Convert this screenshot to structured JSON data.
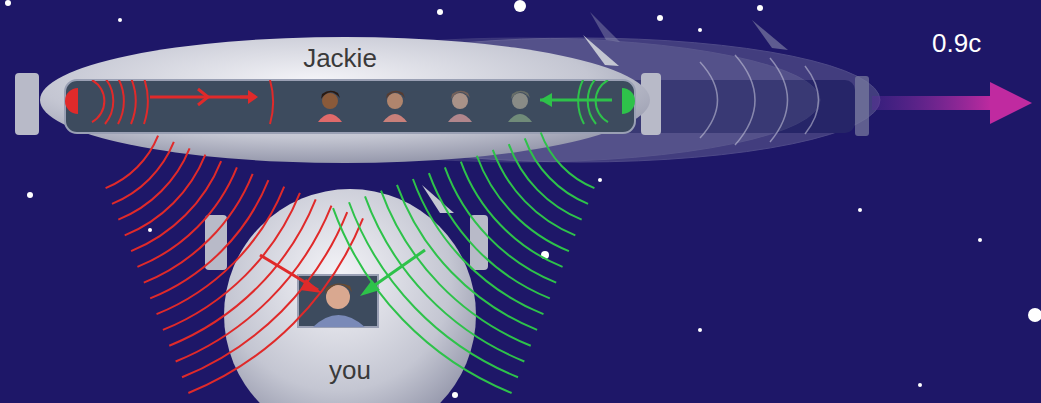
{
  "diagram": {
    "nodes": [
      {
        "text": [
          "Jackie"
        ]
      },
      {
        "text": [
          "you"
        ]
      }
    ],
    "labels": [
      "0.9c"
    ]
  }
}
